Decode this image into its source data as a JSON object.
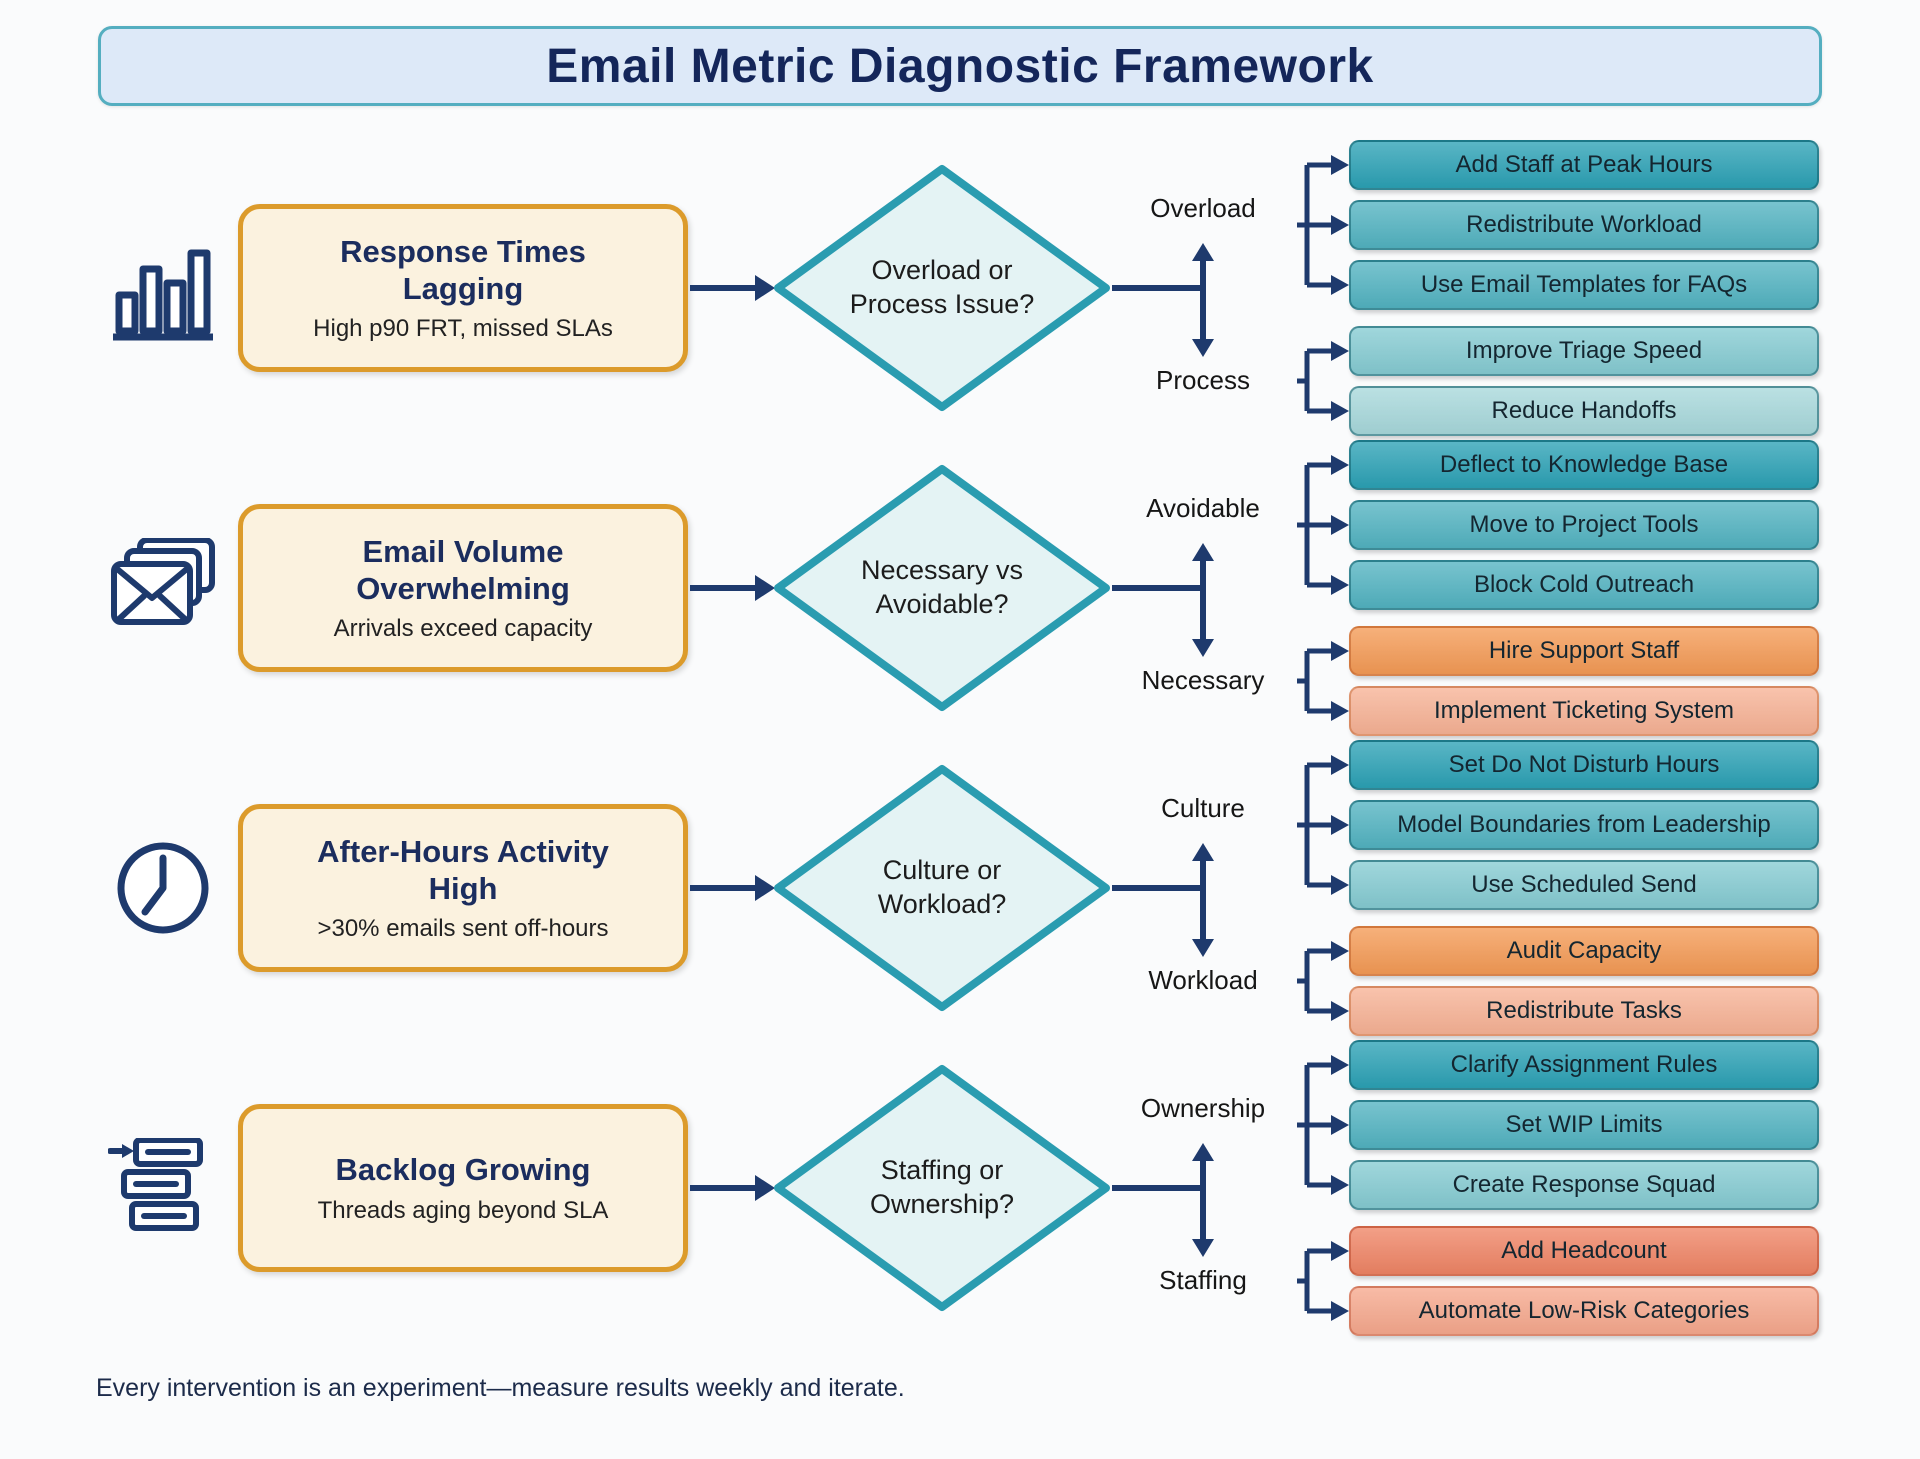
{
  "title": "Email Metric Diagnostic Framework",
  "footer": "Every intervention is an experiment—measure results weekly and iterate.",
  "palette": {
    "navy_connector": "#1e3a6d",
    "title_text": "#14265a",
    "banner_bg": "#dde9f8",
    "banner_border": "#54aec0",
    "problem_bg": "#fbf2df",
    "problem_border": "#dc9b2b",
    "diamond_bg": "#e4f3f4",
    "diamond_border": "#2a9cb0",
    "teal-1": "#2ba1b5",
    "teal-2": "#52b3c1",
    "teal-3": "#85cbd2",
    "teal-4": "#a7d8db",
    "orange-1": "#f49a55",
    "orange-2": "#f7b295",
    "coral-1": "#ef8465",
    "coral-2": "#f6a88d"
  },
  "rows": [
    {
      "icon": "bar-chart-icon",
      "problem": {
        "title": "Response Times Lagging",
        "subtitle": "High p90 FRT, missed SLAs"
      },
      "decision": "Overload or Process Issue?",
      "branches": [
        {
          "label": "Overload",
          "actions": [
            {
              "label": "Add Staff at Peak Hours",
              "tone": "teal-1"
            },
            {
              "label": "Redistribute Workload",
              "tone": "teal-2"
            },
            {
              "label": "Use Email Templates for FAQs",
              "tone": "teal-2"
            }
          ]
        },
        {
          "label": "Process",
          "actions": [
            {
              "label": "Improve Triage Speed",
              "tone": "teal-3"
            },
            {
              "label": "Reduce Handoffs",
              "tone": "teal-4"
            }
          ]
        }
      ]
    },
    {
      "icon": "emails-icon",
      "problem": {
        "title": "Email Volume Overwhelming",
        "subtitle": "Arrivals exceed capacity"
      },
      "decision": "Necessary vs Avoidable?",
      "branches": [
        {
          "label": "Avoidable",
          "actions": [
            {
              "label": "Deflect to Knowledge Base",
              "tone": "teal-1"
            },
            {
              "label": "Move to Project Tools",
              "tone": "teal-2"
            },
            {
              "label": "Block Cold Outreach",
              "tone": "teal-2"
            }
          ]
        },
        {
          "label": "Necessary",
          "actions": [
            {
              "label": "Hire Support Staff",
              "tone": "orange-1"
            },
            {
              "label": "Implement Ticketing System",
              "tone": "orange-2"
            }
          ]
        }
      ]
    },
    {
      "icon": "clock-icon",
      "problem": {
        "title": "After-Hours Activity High",
        "subtitle": ">30% emails sent off-hours"
      },
      "decision": "Culture or Workload?",
      "branches": [
        {
          "label": "Culture",
          "actions": [
            {
              "label": "Set Do Not Disturb Hours",
              "tone": "teal-1"
            },
            {
              "label": "Model Boundaries from Leadership",
              "tone": "teal-2"
            },
            {
              "label": "Use Scheduled Send",
              "tone": "teal-3"
            }
          ]
        },
        {
          "label": "Workload",
          "actions": [
            {
              "label": "Audit Capacity",
              "tone": "orange-1"
            },
            {
              "label": "Redistribute Tasks",
              "tone": "orange-2"
            }
          ]
        }
      ]
    },
    {
      "icon": "backlog-icon",
      "problem": {
        "title": "Backlog Growing",
        "subtitle": "Threads aging beyond SLA"
      },
      "decision": "Staffing or Ownership?",
      "branches": [
        {
          "label": "Ownership",
          "actions": [
            {
              "label": "Clarify Assignment Rules",
              "tone": "teal-1"
            },
            {
              "label": "Set WIP Limits",
              "tone": "teal-2"
            },
            {
              "label": "Create Response Squad",
              "tone": "teal-3"
            }
          ]
        },
        {
          "label": "Staffing",
          "actions": [
            {
              "label": "Add Headcount",
              "tone": "coral-1"
            },
            {
              "label": "Automate Low-Risk Categories",
              "tone": "coral-2"
            }
          ]
        }
      ]
    }
  ]
}
